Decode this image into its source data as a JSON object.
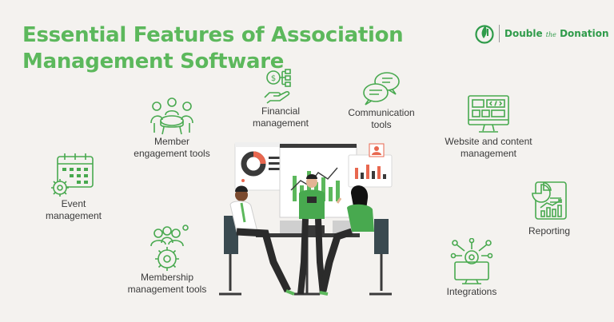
{
  "header": {
    "title_line1": "Essential Features of Association",
    "title_line2": "Management Software"
  },
  "brand": {
    "name": "Double",
    "the": "the",
    "name2": "Donation",
    "color": "#2f9b4a"
  },
  "colors": {
    "accent_green": "#5cb85c",
    "icon_green": "#48a94f",
    "background": "#f4f2ef",
    "highlight_red": "#e8674f"
  },
  "features": [
    {
      "id": "financial",
      "icon": "hand-dollar-icon",
      "label": "Financial\nmanagement"
    },
    {
      "id": "communication",
      "icon": "chat-bubbles-icon",
      "label": "Communication\ntools"
    },
    {
      "id": "member-engagement",
      "icon": "meeting-table-icon",
      "label": "Member\nengagement tools"
    },
    {
      "id": "website",
      "icon": "monitor-code-icon",
      "label": "Website and content\nmanagement"
    },
    {
      "id": "event",
      "icon": "calendar-gear-icon",
      "label": "Event\nmanagement"
    },
    {
      "id": "reporting",
      "icon": "report-chart-icon",
      "label": "Reporting"
    },
    {
      "id": "membership",
      "icon": "people-gear-icon",
      "label": "Membership\nmanagement tools"
    },
    {
      "id": "integrations",
      "icon": "monitor-network-icon",
      "label": "Integrations"
    }
  ]
}
